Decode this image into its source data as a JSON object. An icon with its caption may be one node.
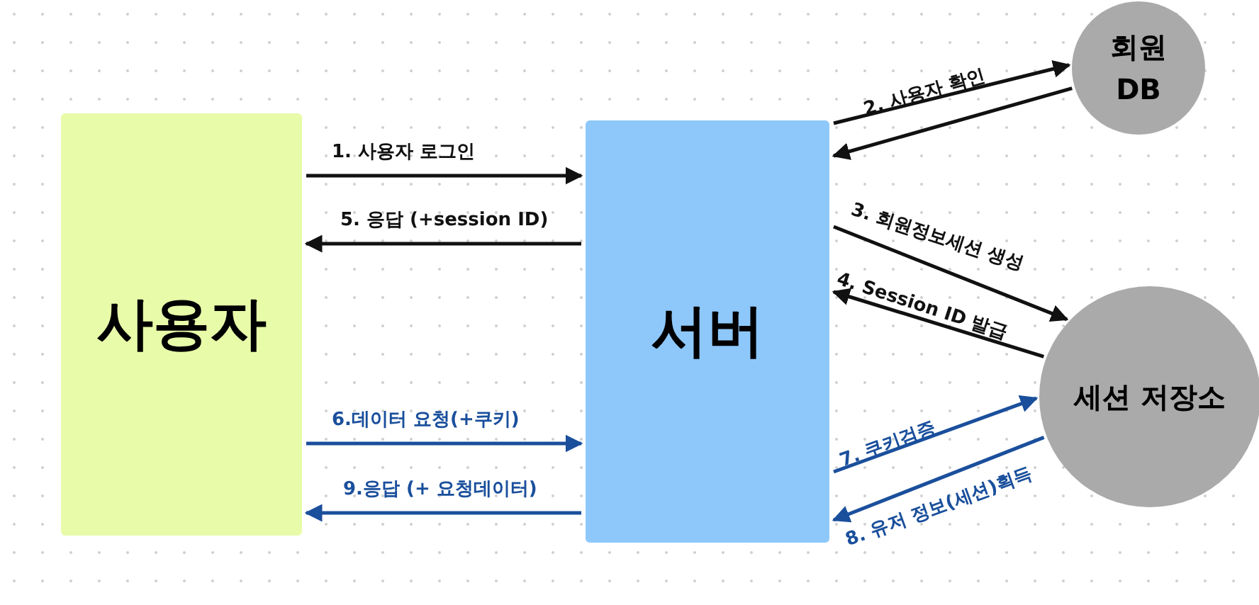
{
  "diagram": {
    "nodes": [
      {
        "text": [
          "사용자"
        ]
      },
      {
        "text": [
          "서버"
        ]
      },
      {
        "text": [
          "회원 DB"
        ]
      },
      {
        "text": [
          "세션 저장소"
        ]
      }
    ],
    "edges": [
      {
        "from": 0,
        "to": 1,
        "arrow": "to",
        "label": "1. 사용자 로그인"
      },
      {
        "from": 1,
        "to": 0,
        "arrow": "to",
        "label": "5. 응답 (+session ID)"
      },
      {
        "from": 1,
        "to": 2,
        "arrow": "to",
        "label": "2. 사용자 확인"
      },
      {
        "from": 2,
        "to": 1,
        "arrow": "to"
      },
      {
        "from": 1,
        "to": 3,
        "arrow": "to",
        "label": "3. 회원정보세션 생성"
      },
      {
        "from": 3,
        "to": 1,
        "arrow": "to",
        "label": "4. Session ID 발급"
      },
      {
        "from": 0,
        "to": 1,
        "arrow": "to",
        "label": "6.데이터 요청(+쿠키)",
        "color": "#1a4f9c"
      },
      {
        "from": 1,
        "to": 0,
        "arrow": "to",
        "label": "9.응답 (+ 요청데이터)",
        "color": "#1a4f9c"
      },
      {
        "from": 1,
        "to": 3,
        "arrow": "to",
        "label": "7. 쿠키검증",
        "color": "#1a4f9c"
      },
      {
        "from": 3,
        "to": 1,
        "arrow": "to",
        "label": "8. 유저 정보(세션)획득",
        "color": "#1a4f9c"
      }
    ]
  }
}
